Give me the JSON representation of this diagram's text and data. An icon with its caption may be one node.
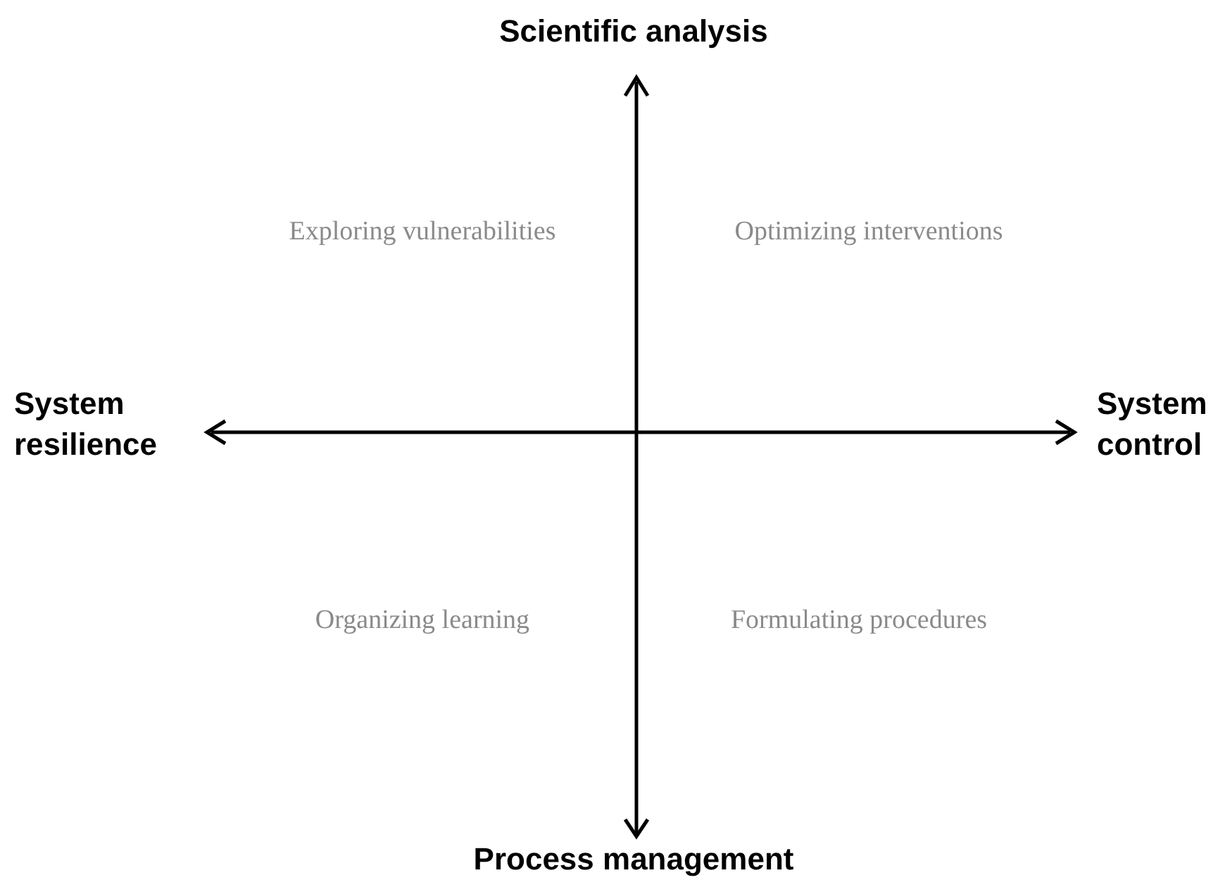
{
  "diagram": {
    "labels": [
      "Scientific analysis",
      "Exploring vulnerabilities",
      "Optimizing interventions",
      "System resilience",
      "System control",
      "Organizing learning",
      "Formulating procedures",
      "Process management"
    ]
  }
}
